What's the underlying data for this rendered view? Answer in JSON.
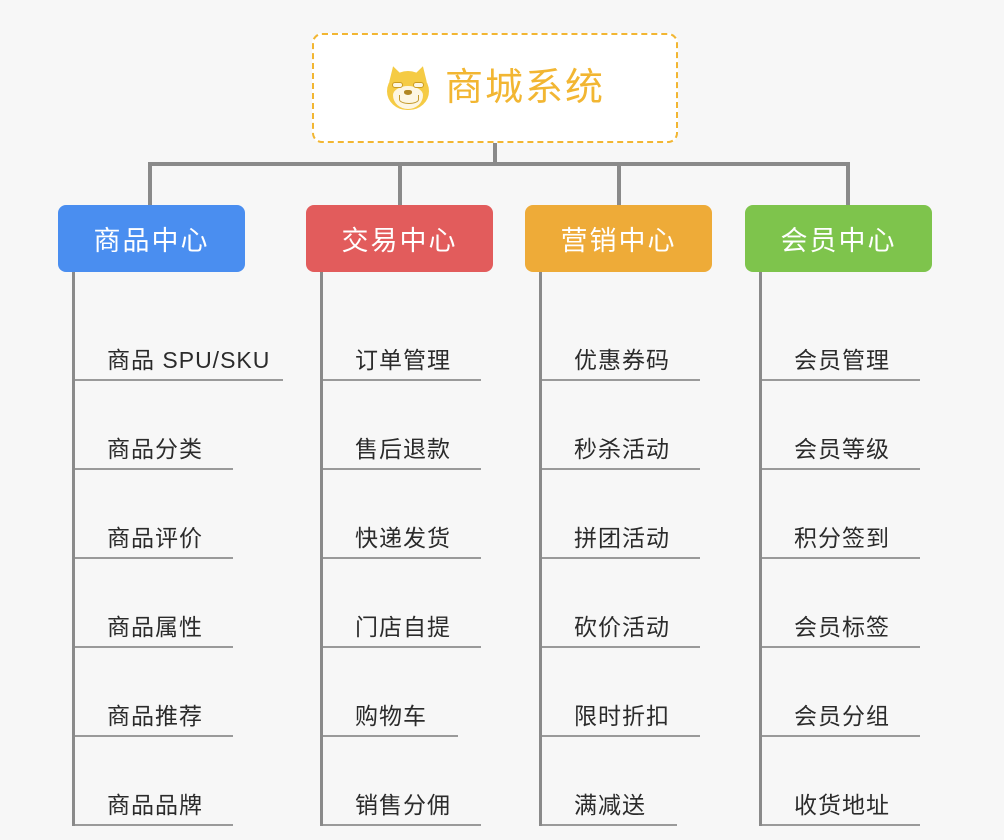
{
  "diagram": {
    "type": "tree",
    "background_color": "#f7f7f7",
    "root": {
      "label": "商城系统",
      "icon": "shiba-inu-face-icon",
      "text_color": "#f2b632",
      "border_color": "#f2b632",
      "border_style": "dashed",
      "background_color": "#ffffff"
    },
    "connector_color": "#8a8a8a",
    "branches": [
      {
        "label": "商品中心",
        "color": "#4a8ef0",
        "items": [
          "商品 SPU/SKU",
          "商品分类",
          "商品评价",
          "商品属性",
          "商品推荐",
          "商品品牌"
        ]
      },
      {
        "label": "交易中心",
        "color": "#e25c5c",
        "items": [
          "订单管理",
          "售后退款",
          "快递发货",
          "门店自提",
          "购物车",
          "销售分佣"
        ]
      },
      {
        "label": "营销中心",
        "color": "#eeab38",
        "items": [
          "优惠券码",
          "秒杀活动",
          "拼团活动",
          "砍价活动",
          "限时折扣",
          "满减送"
        ]
      },
      {
        "label": "会员中心",
        "color": "#7ec44c",
        "items": [
          "会员管理",
          "会员等级",
          "积分签到",
          "会员标签",
          "会员分组",
          "收货地址"
        ]
      }
    ]
  }
}
